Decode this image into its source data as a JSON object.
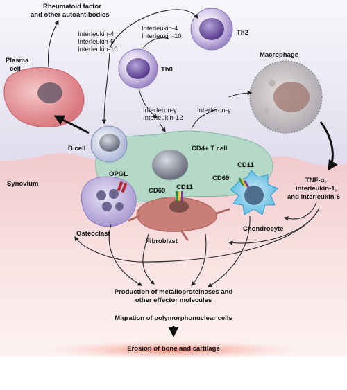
{
  "labels": {
    "rheumatoid_line1": "Rheumatoid factor",
    "rheumatoid_line2": "and other autoantibodies",
    "plasma_line1": "Plasma",
    "plasma_line2": "cell",
    "il_left_1": "Interleukin-4",
    "il_left_2": "Interleukin-6",
    "il_left_3": "Interleukin-10",
    "il_top_1": "Interleukin-4",
    "il_top_2": "Interleukin-10",
    "th2": "Th2",
    "th0": "Th0",
    "macrophage": "Macrophage",
    "ifn_il12_1": "Interferon-γ",
    "ifn_il12_2": "Interleukin-12",
    "ifn_gamma": "Interferon-γ",
    "b_cell": "B cell",
    "cd4": "CD4+ T cell",
    "tnf_1": "TNF-α,",
    "tnf_2": "interleukin-1,",
    "tnf_3": "and interleukin-6",
    "synovium": "Synovium",
    "opgl": "OPGL",
    "cd11_right": "CD11",
    "cd69_right": "CD69",
    "cd69_mid": "CD69",
    "cd11_mid": "CD11",
    "osteoclast": "Osteoclast",
    "fibroblast": "Fibroblast",
    "chondrocyte": "Chondrocyte",
    "production_1": "Production of metalloproteinases and",
    "production_2": "other effector molecules",
    "migration": "Migration of polymorphonuclear cells",
    "erosion": "Erosion of bone and cartilage"
  }
}
